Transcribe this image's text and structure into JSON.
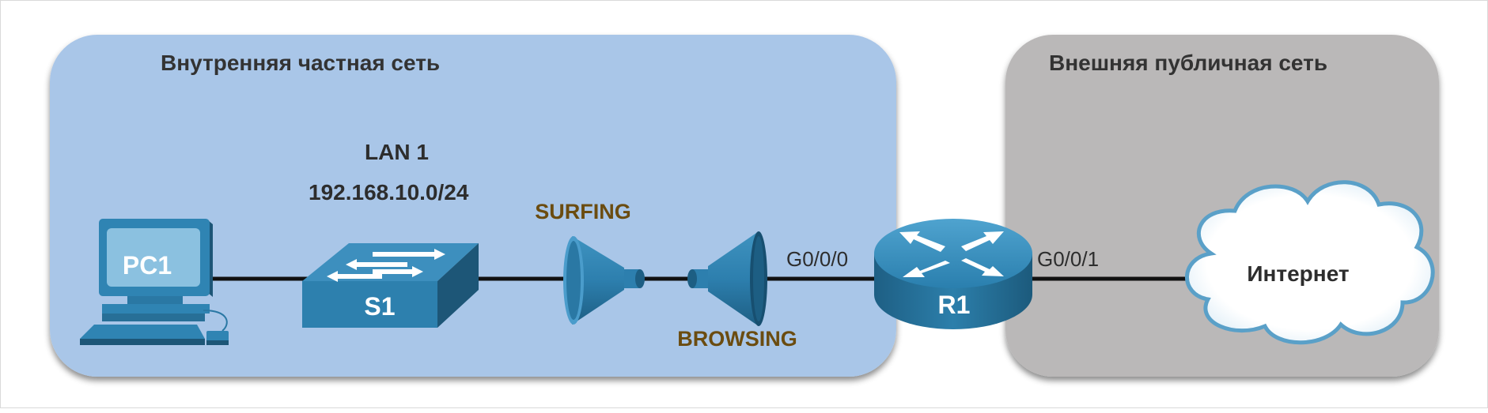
{
  "zones": {
    "private_title": "Внутренняя частная сеть",
    "public_title": "Внешняя публичная сеть"
  },
  "lan": {
    "name": "LAN 1",
    "subnet": "192.168.10.0/24"
  },
  "devices": {
    "pc": "PC1",
    "switch": "S1",
    "router": "R1",
    "cloud": "Интернет"
  },
  "interfaces": {
    "inside": "G0/0/0",
    "outside": "G0/0/1"
  },
  "labels": {
    "surfing": "SURFING",
    "browsing": "BROWSING"
  },
  "colors": {
    "private_zone": "#a9c6e8",
    "public_zone": "#bab8b8",
    "device_blue": "#2a7fae",
    "link": "#111111",
    "hint_text": "#6b4c10"
  }
}
